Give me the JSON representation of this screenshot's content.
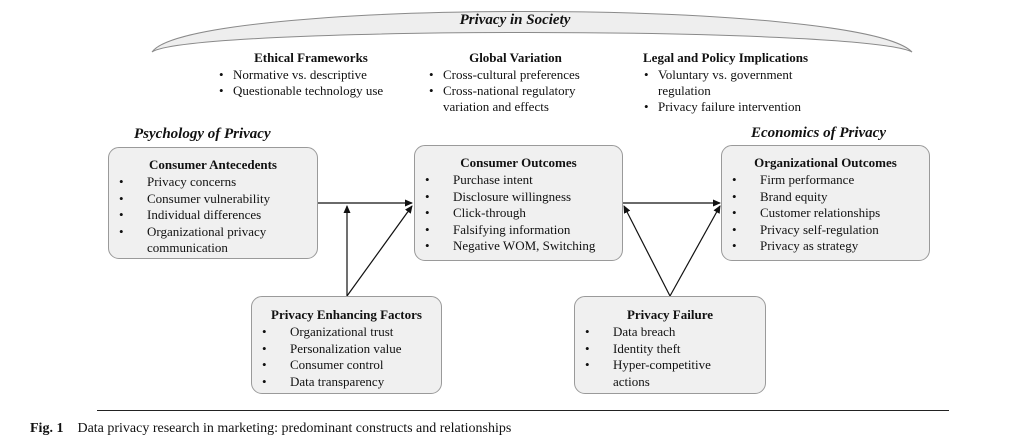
{
  "society": {
    "title": "Privacy in Society",
    "themes": [
      {
        "heading": "Ethical Frameworks",
        "items": [
          "Normative vs. descriptive",
          "Questionable technology use"
        ]
      },
      {
        "heading": "Global Variation",
        "items": [
          "Cross-cultural preferences",
          "Cross-national regulatory variation and effects"
        ]
      },
      {
        "heading": "Legal and Policy  Implications",
        "items": [
          "Voluntary vs. government regulation",
          "Privacy failure intervention"
        ]
      }
    ]
  },
  "psychology": {
    "title": "Psychology of Privacy"
  },
  "economics": {
    "title": "Economics of Privacy"
  },
  "boxes": {
    "consumer_antecedents": {
      "heading": "Consumer Antecedents",
      "items": [
        "Privacy concerns",
        "Consumer vulnerability",
        "Individual differences",
        "Organizational privacy communication"
      ]
    },
    "consumer_outcomes": {
      "heading": "Consumer Outcomes",
      "items": [
        "Purchase intent",
        "Disclosure willingness",
        "Click-through",
        "Falsifying information",
        "Negative WOM, Switching"
      ]
    },
    "organizational_outcomes": {
      "heading": "Organizational Outcomes",
      "items": [
        "Firm performance",
        "Brand equity",
        "Customer relationships",
        "Privacy self-regulation",
        "Privacy as strategy"
      ]
    },
    "privacy_enhancing_factors": {
      "heading": "Privacy Enhancing Factors",
      "items": [
        "Organizational trust",
        "Personalization value",
        "Consumer control",
        "Data transparency"
      ]
    },
    "privacy_failure": {
      "heading": "Privacy Failure",
      "items": [
        "Data breach",
        "Identity theft",
        "Hyper-competitive actions"
      ]
    }
  },
  "caption": {
    "label": "Fig. 1",
    "text": "Data privacy research in marketing: predominant constructs and relationships"
  }
}
